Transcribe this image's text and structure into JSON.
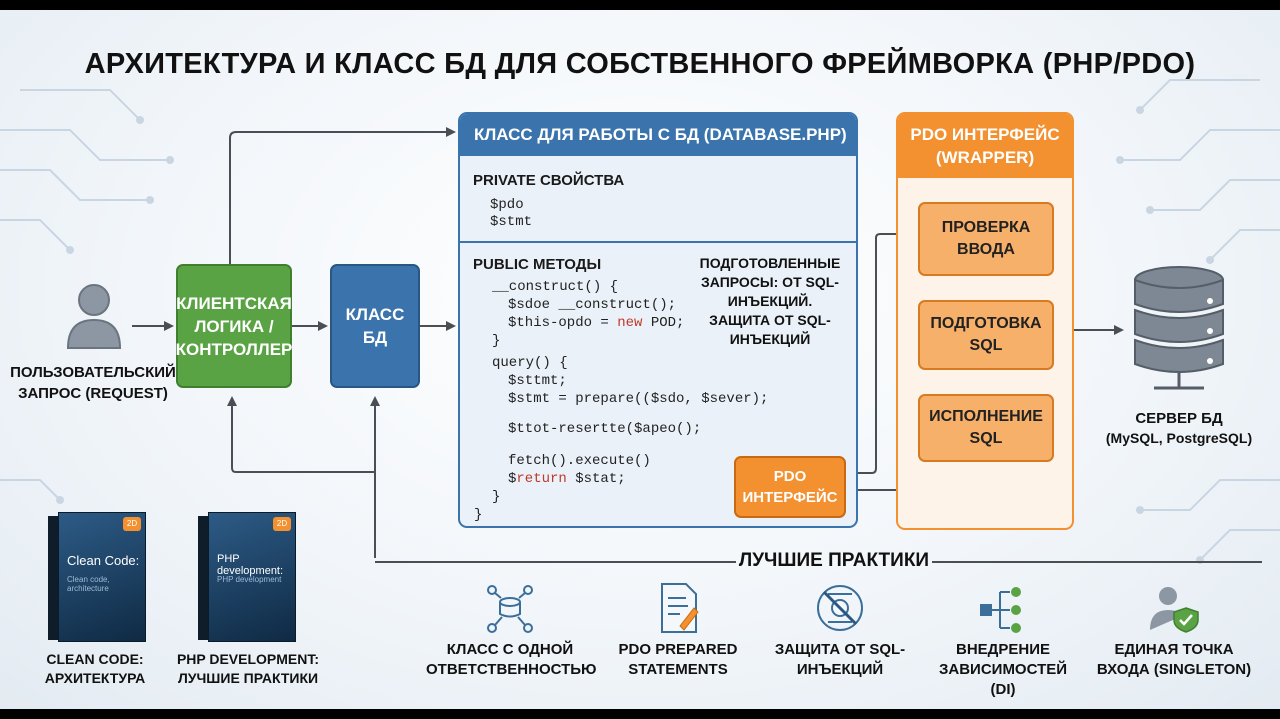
{
  "title": "АРХИТЕКТУРА И КЛАСС БД ДЛЯ СОБСТВЕННОГО ФРЕЙМВОРКА (PHP/PDO)",
  "user": {
    "icon": "user-icon",
    "label": "ПОЛЬЗОВАТЕЛЬСКИЙ ЗАПРОС (REQUEST)"
  },
  "client_box": "КЛИЕНТСКАЯ ЛОГИКА / КОНТРОЛЛЕР",
  "class_box": "КЛАСС БД",
  "database_panel": {
    "header": "КЛАСС ДЛЯ РАБОТЫ С БД (DATABASE.PHP)",
    "private_title": "PRIVATE СВОЙСТВА",
    "private_props": [
      "$pdo",
      "$stmt"
    ],
    "public_title": "PUBLIC МЕТОДЫ",
    "note": "ПОДГОТОВЛЕННЫЕ ЗАПРОСЫ: ОТ SQL-ИНЪЕКЦИЙ. ЗАЩИТА ОТ SQL-ИНЪЕКЦИЙ",
    "code": {
      "l1": "__construct() {",
      "l2": "$sdoe __construct();",
      "l3a": "$this-opdo = ",
      "l3kw": "new",
      "l3b": " POD;",
      "l4": "}",
      "l5": "query() {",
      "l6": "$sttmt;",
      "l7": "$stmt = prepare(($sdo, $sever);",
      "l8": "$ttot-resertte($apeo();",
      "l9": "fetch().execute()",
      "l10a": "$",
      "l10kw": "return",
      "l10b": " $stat;",
      "l11": "}",
      "l12": "}"
    },
    "pdo_box": "PDO ИНТЕРФЕЙС"
  },
  "pdo_panel": {
    "header": "PDO ИНТЕРФЕЙС (WRAPPER)",
    "steps": [
      "ПРОВЕРКА ВВОДА",
      "ПОДГОТОВКА SQL",
      "ИСПОЛНЕНИЕ SQL"
    ]
  },
  "server": {
    "icon": "database-server-icon",
    "title": "СЕРВЕР БД",
    "subtitle": "(MySQL, PostgreSQL)"
  },
  "books": [
    {
      "cover_title": "Clean Code:",
      "cover_sub": "Clean code, architecture",
      "caption": "CLEAN CODE: АРХИТЕКТУРА",
      "badge": "2D"
    },
    {
      "cover_title": "PHP development:",
      "cover_sub": "PHP development",
      "caption": "PHP DEVELOPMENT: ЛУЧШИЕ ПРАКТИКИ",
      "badge": "2D"
    }
  ],
  "best_practices": {
    "title": "ЛУЧШИЕ ПРАКТИКИ",
    "items": [
      {
        "icon": "single-responsibility-icon",
        "label": "КЛАСС С ОДНОЙ ОТВЕТСТВЕННОСТЬЮ"
      },
      {
        "icon": "document-edit-icon",
        "label": "PDO PREPARED STATEMENTS"
      },
      {
        "icon": "sql-injection-blocked-icon",
        "label": "ЗАЩИТА ОТ SQL-ИНЪЕКЦИЙ"
      },
      {
        "icon": "dependency-injection-icon",
        "label": "ВНЕДРЕНИЕ ЗАВИСИМОСТЕЙ (DI)"
      },
      {
        "icon": "singleton-user-shield-icon",
        "label": "ЕДИНАЯ ТОЧКА ВХОДА (SINGLETON)"
      }
    ]
  },
  "colors": {
    "green": "#5aa344",
    "blue": "#3b74ad",
    "orange": "#f39030",
    "arrow": "#4a4f55"
  }
}
